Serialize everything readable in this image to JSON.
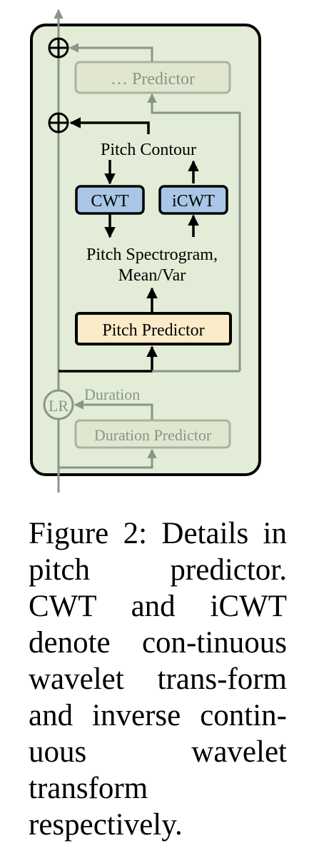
{
  "diagram": {
    "variance_predictor_label": "… Predictor",
    "pitch_contour_label": "Pitch Contour",
    "cwt_label": "CWT",
    "icwt_label": "iCWT",
    "pitch_spectrogram_line1": "Pitch Spectrogram,",
    "pitch_spectrogram_line2": "Mean/Var",
    "pitch_predictor_label": "Pitch Predictor",
    "lr_label": "LR",
    "duration_label": "Duration",
    "duration_predictor_label": "Duration Predictor",
    "colors": {
      "panel_fill": "#e3ecd6",
      "faded": "#8a9589",
      "cwt_fill": "#a9c6e6",
      "pitch_predictor_fill": "#fcebc8",
      "faded_box_fill": "#e1e6cf"
    }
  },
  "caption": {
    "label": "Figure 2:",
    "text": "Details in pitch predictor. CWT and iCWT denote con-tinuous wavelet trans-form and inverse contin-uous wavelet transform respectively."
  }
}
